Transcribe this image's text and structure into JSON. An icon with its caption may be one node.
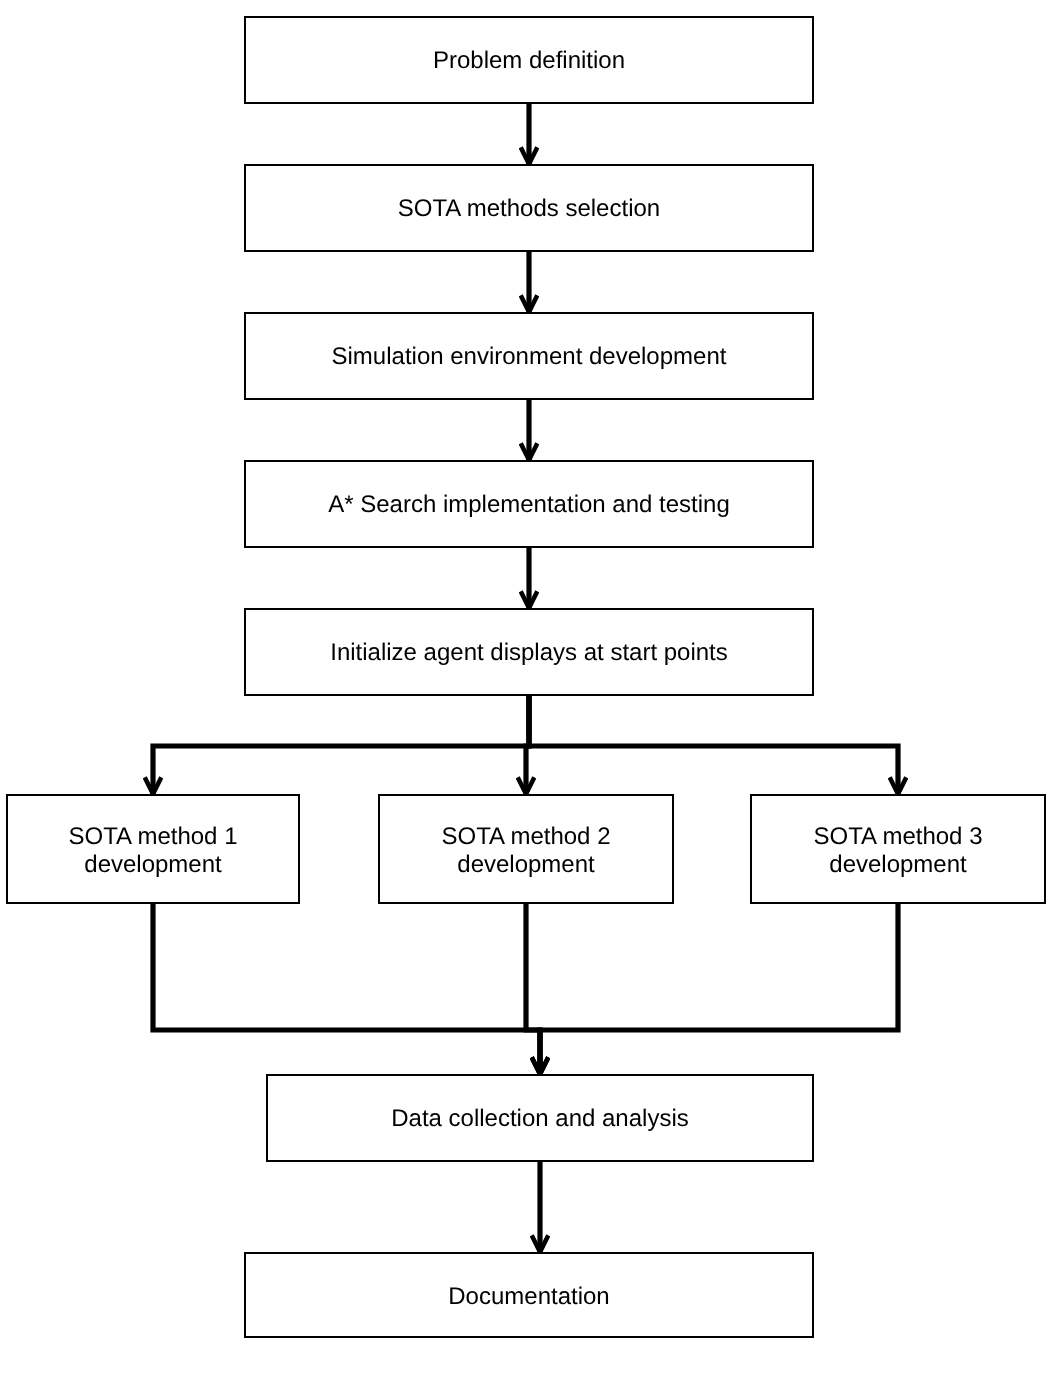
{
  "diagram": {
    "nodes": [
      {
        "text": [
          "Problem definition"
        ]
      },
      {
        "text": [
          "SOTA methods selection"
        ]
      },
      {
        "text": [
          "Simulation environment development"
        ]
      },
      {
        "text": [
          "A* Search implementation and testing"
        ]
      },
      {
        "text": [
          "Initialize agent displays at start points"
        ]
      },
      {
        "text": [
          "SOTA method 1 development"
        ]
      },
      {
        "text": [
          "SOTA method 2 development"
        ]
      },
      {
        "text": [
          "SOTA method 3 development"
        ]
      },
      {
        "text": [
          "Data collection and analysis"
        ]
      },
      {
        "text": [
          "Documentation"
        ]
      }
    ],
    "edges": [
      {
        "from": 0,
        "to": 1,
        "arrow": "to"
      },
      {
        "from": 1,
        "to": 2,
        "arrow": "to"
      },
      {
        "from": 2,
        "to": 3,
        "arrow": "to"
      },
      {
        "from": 3,
        "to": 4,
        "arrow": "to"
      },
      {
        "from": 4,
        "to": 5,
        "arrow": "to"
      },
      {
        "from": 4,
        "to": 6,
        "arrow": "to"
      },
      {
        "from": 4,
        "to": 7,
        "arrow": "to"
      },
      {
        "from": 5,
        "to": 8,
        "arrow": "to"
      },
      {
        "from": 6,
        "to": 8,
        "arrow": "to"
      },
      {
        "from": 7,
        "to": 8,
        "arrow": "to"
      },
      {
        "from": 8,
        "to": 9,
        "arrow": "to"
      }
    ]
  }
}
